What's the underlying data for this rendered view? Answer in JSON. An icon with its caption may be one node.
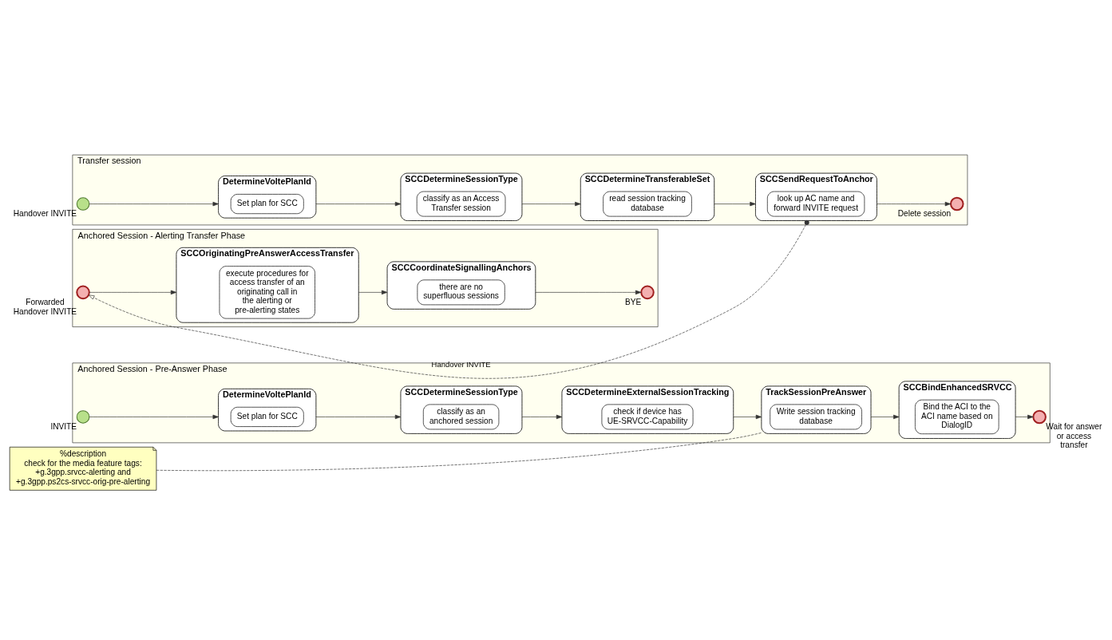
{
  "diagram": {
    "nodes": [
      {
        "text": [
          "Anchored Session - Pre-Answer Phase"
        ]
      },
      {
        "text": [],
        "shape": "circle",
        "beside": [
          "INVITE"
        ],
        "in": 0
      },
      {
        "text": [
          "DetermineVoltePlanId"
        ],
        "in": 0
      },
      {
        "text": [
          "Set plan for SCC"
        ],
        "in": 2
      },
      {
        "text": [
          "SCCDetermineSessionType"
        ],
        "in": 0
      },
      {
        "text": [
          "classify as an anchored session"
        ],
        "in": 4
      },
      {
        "text": [
          "SCCDetermineExternalSessionTracking"
        ],
        "in": 0
      },
      {
        "text": [
          "check if device has UE-SRVCC-Capability"
        ],
        "in": 6
      },
      {
        "text": [
          "TrackSessionPreAnswer"
        ],
        "in": 0
      },
      {
        "text": [
          "Write session tracking database"
        ],
        "in": 8
      },
      {
        "text": [
          "SCCBindEnhancedSRVCC"
        ],
        "in": 0
      },
      {
        "text": [
          "Bind the ACI to the ACI name based on DialogID"
        ],
        "in": 10
      },
      {
        "text": [],
        "shape": "circle",
        "beside": [
          "Wait for answer or access transfer"
        ],
        "in": 0
      },
      {
        "text": [
          "%description",
          "check for the media feature tags: +g.3gpp.srvcc-alerting and +g.3gpp.ps2cs-srvcc-orig-pre-alerting"
        ]
      },
      {
        "text": [
          "Transfer session"
        ]
      },
      {
        "text": [],
        "shape": "circle",
        "beside": [
          "Handover INVITE"
        ],
        "in": 14
      },
      {
        "text": [
          "DetermineVoltePlanId"
        ],
        "in": 14
      },
      {
        "text": [
          "Set plan for SCC"
        ],
        "in": 16
      },
      {
        "text": [
          "SCCDetermineSessionType"
        ],
        "in": 14
      },
      {
        "text": [
          "classify as an Access Transfer session"
        ],
        "in": 18
      },
      {
        "text": [
          "SCCDetermineTransferableSet"
        ],
        "in": 14
      },
      {
        "text": [
          "read session tracking database"
        ],
        "in": 20
      },
      {
        "text": [
          "SCCSendRequestToAnchor"
        ],
        "in": 14
      },
      {
        "text": [
          "look up AC name and forward INVITE request"
        ],
        "in": 22
      },
      {
        "text": [],
        "shape": "circle",
        "beside": [
          "Delete session"
        ],
        "in": 14
      },
      {
        "text": [
          "Anchored Session - Alerting Transfer Phase"
        ]
      },
      {
        "text": [],
        "shape": "circle",
        "beside": [
          "Forwarded Handover INVITE"
        ],
        "in": 25
      },
      {
        "text": [
          "SCCOriginatingPreAnswerAccessTransfer"
        ],
        "in": 25
      },
      {
        "text": [
          "execute procedures for access transfer of an originating call in the alerting or pre-alerting states"
        ],
        "in": 27
      },
      {
        "text": [
          "SCCCoordinateSignallingAnchors"
        ],
        "in": 25
      },
      {
        "text": [
          "there are no superfluous sessions"
        ],
        "in": 29
      },
      {
        "text": [],
        "shape": "circle",
        "beside": [
          "BYE"
        ],
        "in": 25
      }
    ],
    "edges": [
      {
        "from": 1,
        "to": 2,
        "arrow": "to"
      },
      {
        "from": 2,
        "to": 4,
        "arrow": "to"
      },
      {
        "from": 4,
        "to": 6,
        "arrow": "to"
      },
      {
        "from": 6,
        "to": 8,
        "arrow": "to"
      },
      {
        "from": 8,
        "to": 10,
        "arrow": "to"
      },
      {
        "from": 10,
        "to": 12,
        "arrow": "to"
      },
      {
        "from": 13,
        "to": 8,
        "arrow": "none",
        "style": "dashed"
      },
      {
        "from": 15,
        "to": 16,
        "arrow": "to"
      },
      {
        "from": 16,
        "to": 18,
        "arrow": "to"
      },
      {
        "from": 18,
        "to": 20,
        "arrow": "to"
      },
      {
        "from": 20,
        "to": 22,
        "arrow": "to"
      },
      {
        "from": 22,
        "to": 24,
        "arrow": "to"
      },
      {
        "from": 22,
        "to": 26,
        "arrow": "to",
        "style": "dashed",
        "label": "Handover INVITE"
      },
      {
        "from": 26,
        "to": 27,
        "arrow": "to"
      },
      {
        "from": 27,
        "to": 29,
        "arrow": "to"
      },
      {
        "from": 29,
        "to": 31,
        "arrow": "to"
      }
    ]
  }
}
